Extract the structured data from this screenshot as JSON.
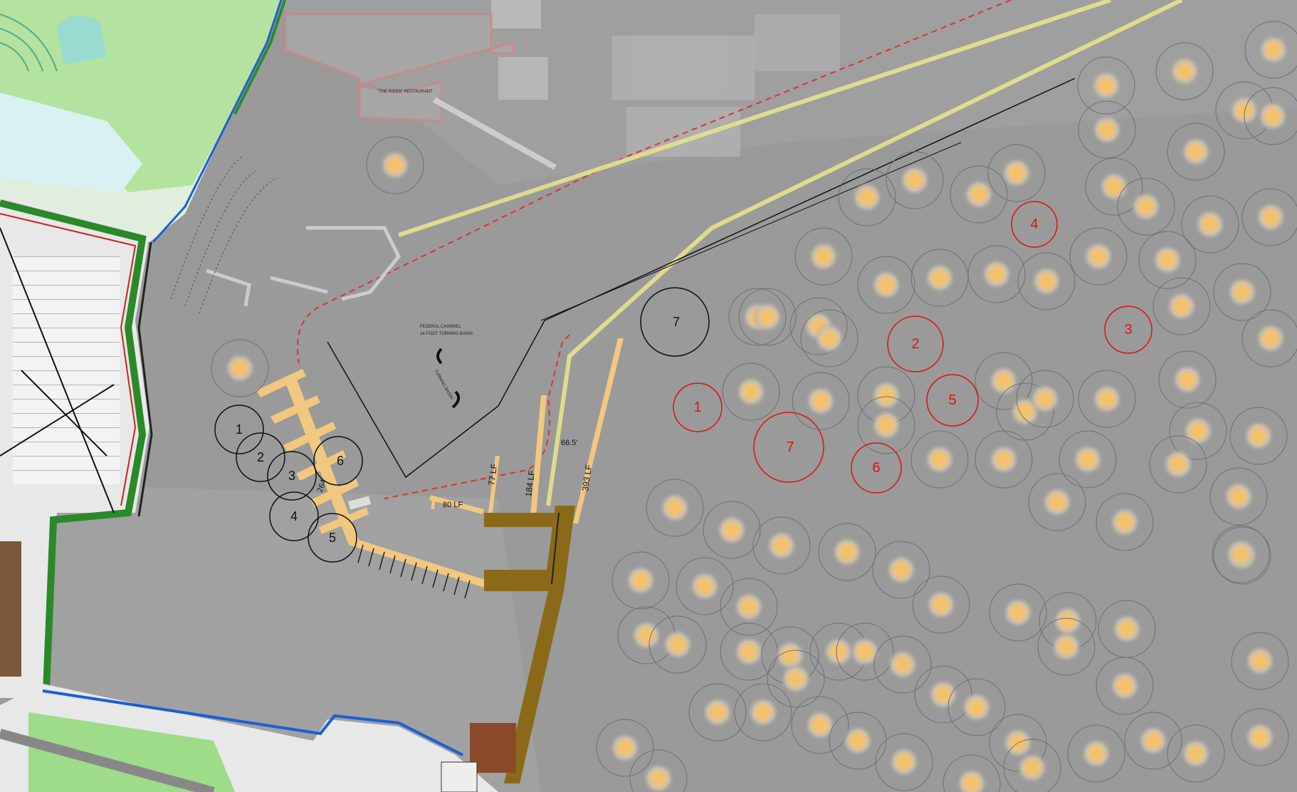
{
  "plan_notes": {
    "restaurant_label": "\"THE PIERS\" RESTAURANT",
    "channel_label_1": "FEDERAL CHANNEL",
    "channel_label_2": "14-FOOT TURNING BASIN",
    "turning_basin_label": "TURNING BASIN"
  },
  "dimensions": [
    {
      "id": "dim-a",
      "text": "66.5'"
    },
    {
      "id": "dim-b",
      "text": "393 LF"
    },
    {
      "id": "dim-c",
      "text": "184 LF"
    },
    {
      "id": "dim-d",
      "text": "77 LF"
    },
    {
      "id": "dim-e",
      "text": "80 LF"
    },
    {
      "id": "dim-f",
      "text": "264"
    }
  ],
  "black_markers": [
    "1",
    "2",
    "3",
    "4",
    "5",
    "6",
    "7"
  ],
  "red_markers": [
    "1",
    "2",
    "3",
    "4",
    "5",
    "6",
    "7"
  ],
  "colors": {
    "water": "#9b9b9b",
    "marker_black": "#111111",
    "marker_red": "#d11111",
    "dock_light": "#f2c77f",
    "dock_dark": "#8a6a18",
    "channel_dash": "#e03030",
    "shoreline": "#1a5fd6",
    "grass": "#9edc8a"
  }
}
